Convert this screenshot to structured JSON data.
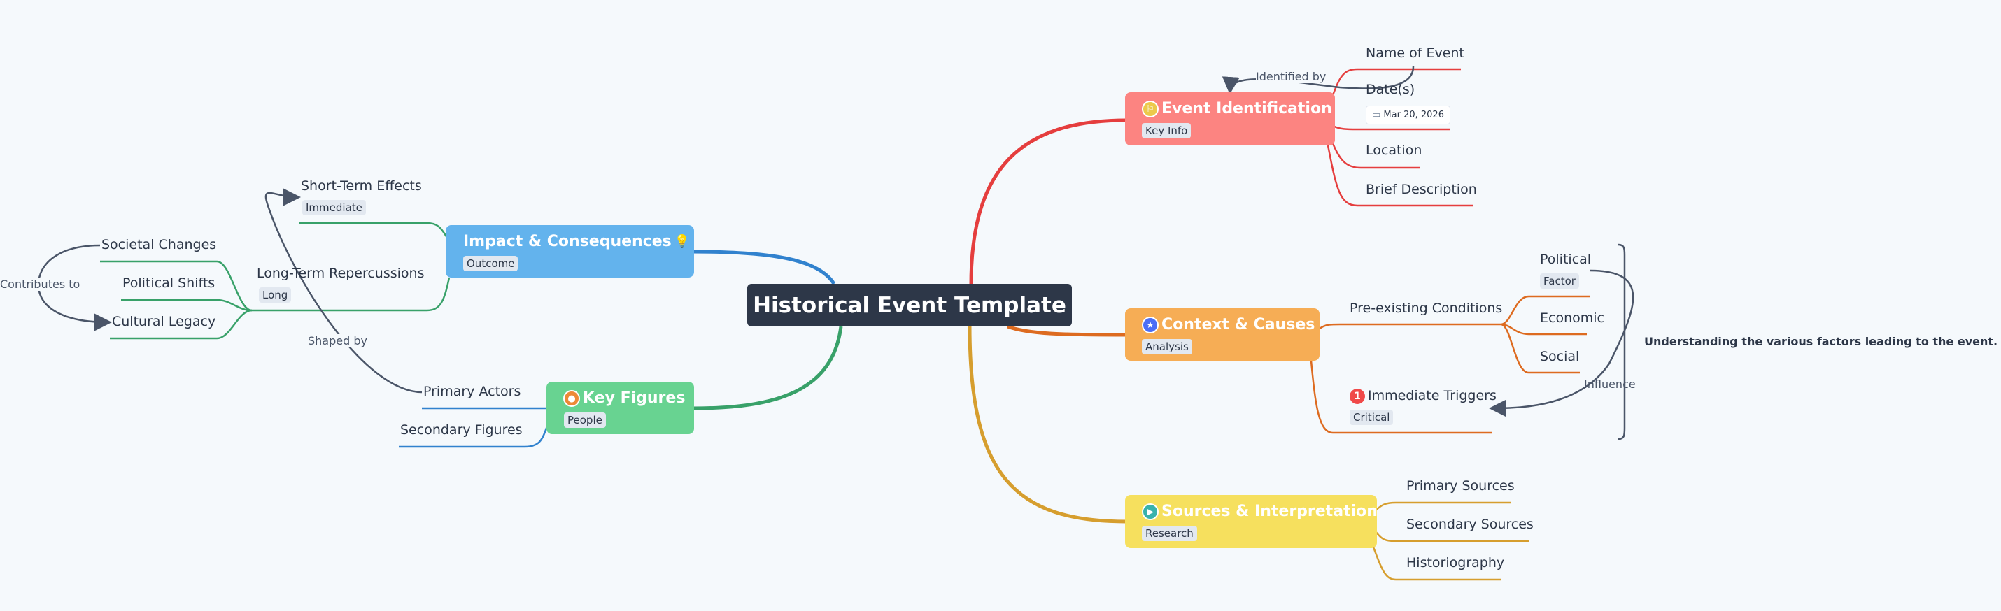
{
  "central": {
    "title": "Historical Event Template"
  },
  "colors": {
    "event": "#fc8481",
    "context": "#f6ad55",
    "sources": "#f6e05e",
    "impact": "#63b3ed",
    "figures": "#68d391",
    "central": "#2d3748"
  },
  "topics": {
    "event": {
      "title": "Event Identification",
      "icon": "flag-icon",
      "tag": "Key Info",
      "children": [
        "Name of Event",
        "Date(s)",
        "Location",
        "Brief Description"
      ],
      "date_value": "Mar 20, 2026"
    },
    "context": {
      "title": "Context & Causes",
      "icon": "star-icon",
      "tag": "Analysis",
      "preexisting": "Pre-existing Conditions",
      "factors": [
        "Political",
        "Economic",
        "Social"
      ],
      "factor_tag": "Factor",
      "triggers": "Immediate Triggers",
      "triggers_badge": "1",
      "triggers_tag": "Critical",
      "summary": "Understanding the various factors leading to the event."
    },
    "sources": {
      "title": "Sources & Interpretation",
      "icon": "play-icon",
      "tag": "Research",
      "children": [
        "Primary Sources",
        "Secondary Sources",
        "Historiography"
      ]
    },
    "impact": {
      "title": "Impact & Consequences",
      "icon": "lightbulb-icon",
      "tag": "Outcome",
      "short_term": "Short-Term Effects",
      "short_term_tag": "Immediate",
      "long_term": "Long-Term Repercussions",
      "long_term_tag": "Long",
      "long_children": [
        "Societal Changes",
        "Political Shifts",
        "Cultural Legacy"
      ]
    },
    "figures": {
      "title": "Key Figures",
      "icon": "person-icon",
      "tag": "People",
      "children": [
        "Primary Actors",
        "Secondary Figures"
      ]
    }
  },
  "relations": {
    "identified_by": "Identified by",
    "influence": "Influence",
    "shaped_by": "Shaped by",
    "contributes_to": "Contributes to"
  }
}
